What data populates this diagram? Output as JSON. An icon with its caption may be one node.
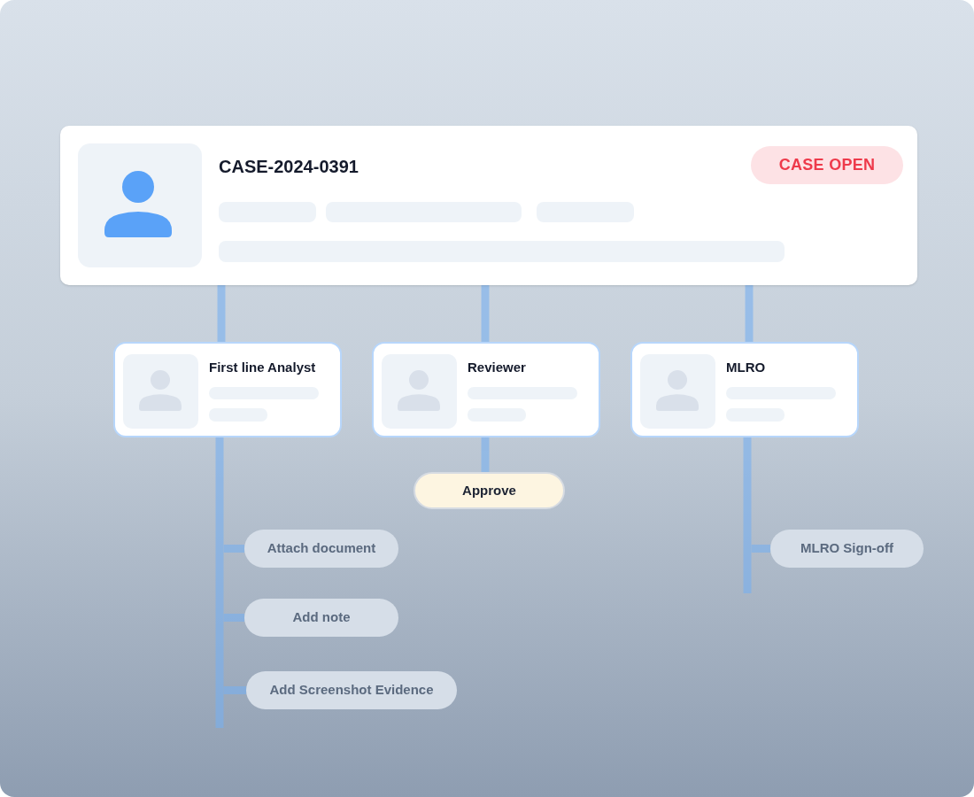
{
  "diagram": {
    "nodes": [
      {
        "text": [
          "CASE-2024-0391"
        ]
      },
      {
        "text": [
          "CASE OPEN"
        ],
        "in": 0
      },
      {
        "text": [
          "First line Analyst"
        ]
      },
      {
        "text": [
          "Reviewer"
        ]
      },
      {
        "text": [
          "MLRO"
        ]
      },
      {
        "text": [
          "Approve"
        ]
      },
      {
        "text": [
          "Attach document"
        ]
      },
      {
        "text": [
          "Add note"
        ]
      },
      {
        "text": [
          "Add Screenshot Evidence"
        ]
      },
      {
        "text": [
          "MLRO Sign-off"
        ]
      }
    ],
    "edges": [
      {
        "from": 0,
        "to": 2,
        "arrow": "none"
      },
      {
        "from": 0,
        "to": 3,
        "arrow": "none"
      },
      {
        "from": 0,
        "to": 4,
        "arrow": "none"
      },
      {
        "from": 3,
        "to": 5,
        "arrow": "none"
      },
      {
        "from": 2,
        "to": 6,
        "arrow": "none"
      },
      {
        "from": 2,
        "to": 7,
        "arrow": "none"
      },
      {
        "from": 2,
        "to": 8,
        "arrow": "none"
      },
      {
        "from": 4,
        "to": 9,
        "arrow": "none"
      }
    ]
  }
}
